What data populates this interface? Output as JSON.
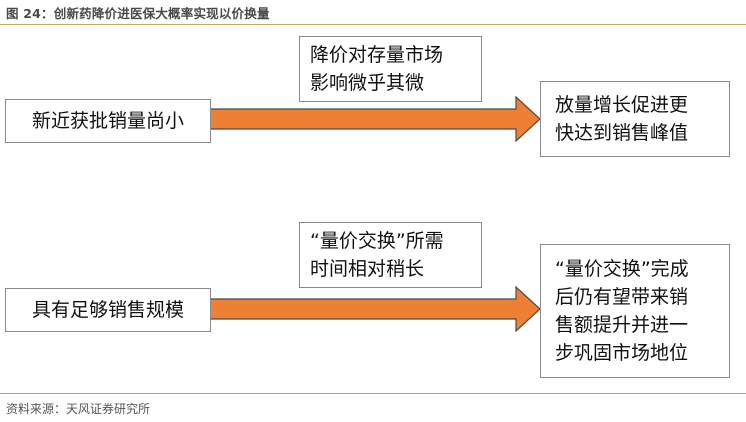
{
  "figure": {
    "title": "图 24：创新药降价进医保大概率实现以价换量",
    "source": "资料来源：天风证券研究所"
  },
  "colors": {
    "arrow_fill": "#ee8033",
    "arrow_stroke": "#4a4a4a",
    "rule": "#c8a45a",
    "box_border": "#8a8a8a"
  },
  "rows": [
    {
      "left_box": "新近获批销量尚小",
      "note_lines": [
        "降价对存量市场",
        "影响微乎其微"
      ],
      "result_lines": [
        "放量增长促进更",
        "快达到销售峰值"
      ]
    },
    {
      "left_box": "具有足够销售规模",
      "note_lines": [
        "“量价交换”所需",
        "时间相对稍长"
      ],
      "result_lines": [
        "“量价交换”完成",
        "后仍有望带来销",
        "售额提升并进一",
        "步巩固市场地位"
      ]
    }
  ]
}
